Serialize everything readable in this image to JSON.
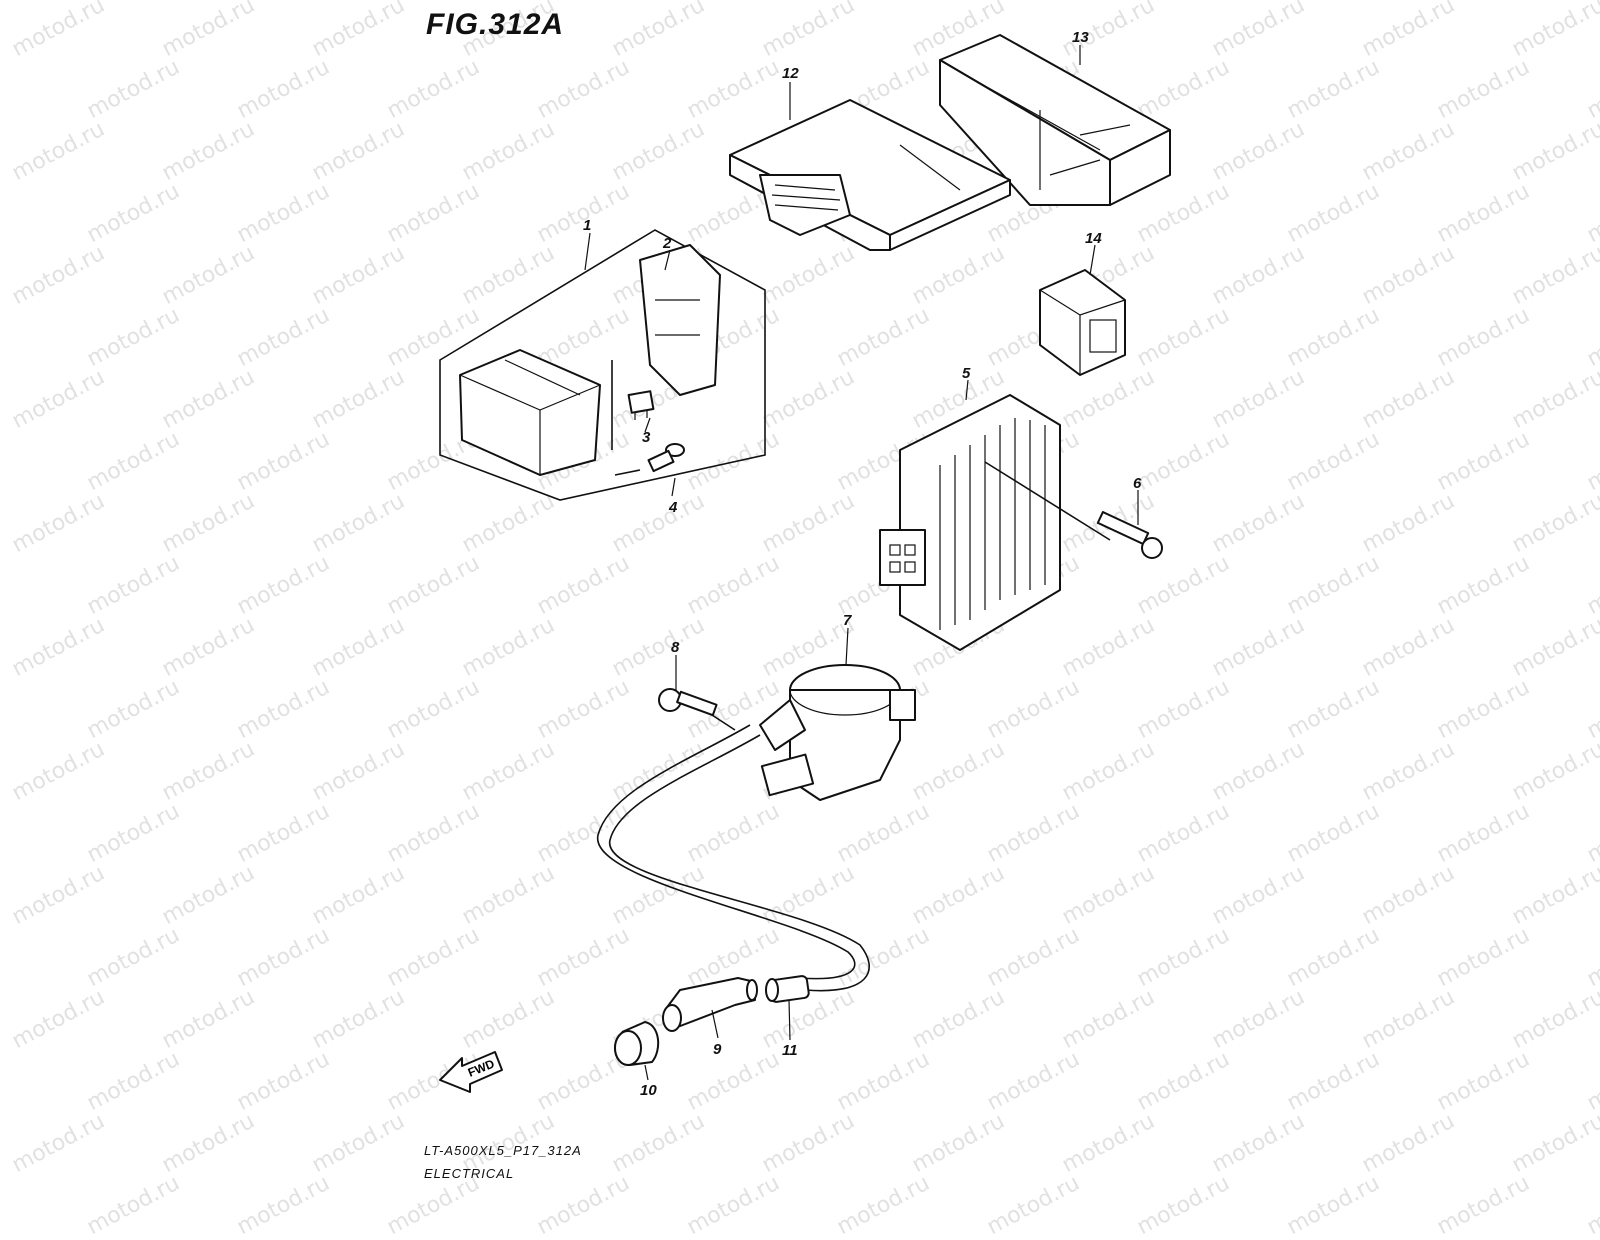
{
  "figure": {
    "title": "FIG.312A",
    "watermark": "motod.ru",
    "model_code": "LT-A500XL5_P17_312A",
    "section": "ELECTRICAL",
    "direction_label": "FWD"
  },
  "callouts": [
    "1",
    "2",
    "3",
    "4",
    "5",
    "6",
    "7",
    "8",
    "9",
    "10",
    "11",
    "12",
    "13",
    "14"
  ]
}
